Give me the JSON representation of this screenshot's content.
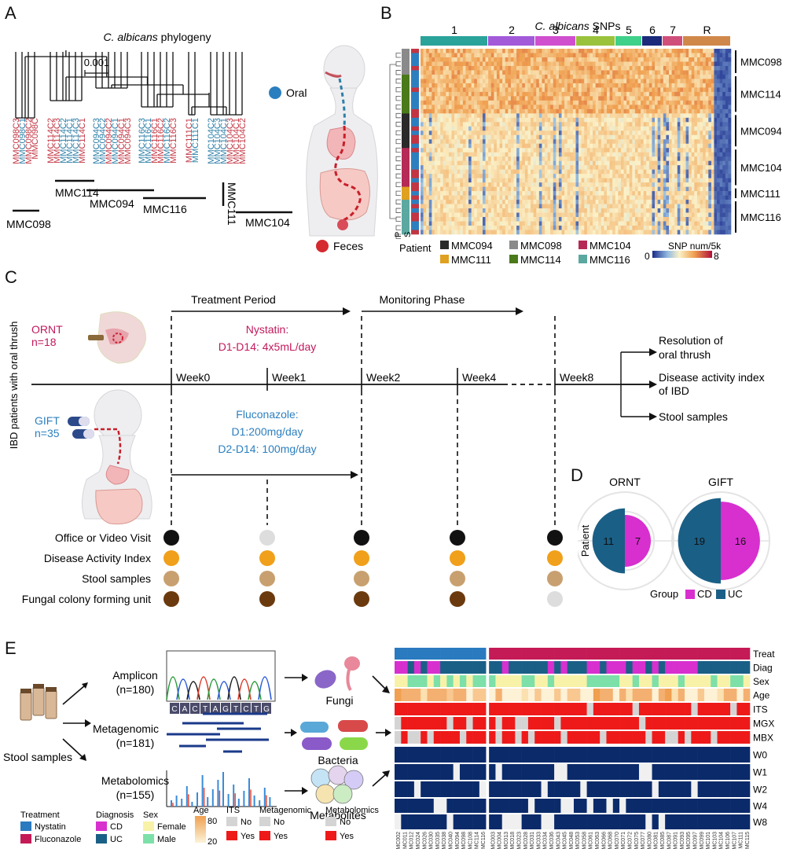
{
  "panel_labels": {
    "a": "A",
    "b": "B",
    "c": "C",
    "d": "D",
    "e": "E"
  },
  "phylo": {
    "title_italic": "C. albicans",
    "title_rest": " phylogeny",
    "scale": "0.001",
    "leaves": [
      {
        "t": "MMC098C3",
        "c": "#c23542"
      },
      {
        "t": "MMC098C1",
        "c": "#2c7fa8"
      },
      {
        "t": "MMC098C2",
        "c": "#c23542"
      },
      {
        "t": "MMC098C",
        "c": "#c23542"
      },
      {
        "t": "MMC114C2",
        "c": "#c23542"
      },
      {
        "t": "MMC114C3",
        "c": "#c23542"
      },
      {
        "t": "MMC114C2",
        "c": "#2c7fa8"
      },
      {
        "t": "MMC114C1",
        "c": "#2c7fa8"
      },
      {
        "t": "MMC114C3",
        "c": "#2c7fa8"
      },
      {
        "t": "MMC114C1",
        "c": "#c23542"
      },
      {
        "t": "MMC094C3",
        "c": "#2c7fa8"
      },
      {
        "t": "MMC094C2",
        "c": "#2c7fa8"
      },
      {
        "t": "MMC094C2",
        "c": "#c23542"
      },
      {
        "t": "MMC094C1",
        "c": "#2c7fa8"
      },
      {
        "t": "MMC094C1",
        "c": "#c23542"
      },
      {
        "t": "MMC094C3",
        "c": "#c23542"
      },
      {
        "t": "MMC116C3",
        "c": "#2c7fa8"
      },
      {
        "t": "MMC116C1",
        "c": "#2c7fa8"
      },
      {
        "t": "MMC116C1",
        "c": "#c23542"
      },
      {
        "t": "MMC116C2",
        "c": "#c23542"
      },
      {
        "t": "MMC116C2",
        "c": "#2c7fa8"
      },
      {
        "t": "MMC116C3",
        "c": "#c23542"
      },
      {
        "t": "MMC111C1",
        "c": "#c23542"
      },
      {
        "t": "MMC111C1",
        "c": "#2c7fa8"
      },
      {
        "t": "MMC104C2",
        "c": "#2c7fa8"
      },
      {
        "t": "MMC104C3",
        "c": "#2c7fa8"
      },
      {
        "t": "MMC104C1",
        "c": "#2c7fa8"
      },
      {
        "t": "MMC104C3",
        "c": "#c23542"
      },
      {
        "t": "MMC104C1",
        "c": "#c23542"
      },
      {
        "t": "MMC104C2",
        "c": "#c23542"
      }
    ],
    "groups": [
      "MMC098",
      "MMC114",
      "MMC094",
      "MMC116",
      "MMC111",
      "MMC104"
    ]
  },
  "body_a": {
    "oral": "Oral",
    "feces": "Feces"
  },
  "heatmap_b": {
    "title_italic": "C. albicans",
    "title_rest": " SNPs",
    "chromosomes": [
      {
        "n": "1",
        "c": "#2aa39a"
      },
      {
        "n": "2",
        "c": "#a25ad9"
      },
      {
        "n": "3",
        "c": "#d04fcf"
      },
      {
        "n": "4",
        "c": "#9ac23c"
      },
      {
        "n": "5",
        "c": "#3fd08a"
      },
      {
        "n": "6",
        "c": "#1b2a7a"
      },
      {
        "n": "7",
        "c": "#d04f7a"
      },
      {
        "n": "R",
        "c": "#d0884a"
      }
    ],
    "row_labels": [
      "MMC098",
      "MMC114",
      "MMC094",
      "MMC104",
      "MMC111",
      "MMC116"
    ],
    "side_labels": [
      "P",
      "S"
    ],
    "legend_title": "Patient",
    "patients": [
      {
        "n": "MMC094",
        "c": "#2a2a2a"
      },
      {
        "n": "MMC098",
        "c": "#8a8a8a"
      },
      {
        "n": "MMC104",
        "c": "#b52a56"
      },
      {
        "n": "MMC111",
        "c": "#e0a020"
      },
      {
        "n": "MMC114",
        "c": "#4a7a1a"
      },
      {
        "n": "MMC116",
        "c": "#5aa8a0"
      }
    ],
    "scale_title": "SNP num/5k",
    "scale_min": "0",
    "scale_max": "8"
  },
  "design_c": {
    "treatment_period": "Treatment Period",
    "monitoring_phase": "Monitoring Phase",
    "ornt_name": "ORNT",
    "ornt_n": "n=18",
    "gift_name": "GIFT",
    "gift_n": "n=35",
    "y_label": "IBD patients with oral thrush",
    "nystatin_1": "Nystatin:",
    "nystatin_2": "D1-D14: 4x5mL/day",
    "fluco_1": "Fluconazole:",
    "fluco_2": "D1:200mg/day",
    "fluco_3": "D2-D14: 100mg/day",
    "weeks": [
      "Week0",
      "Week1",
      "Week2",
      "Week4",
      "Week8"
    ],
    "outcome_1a": "Resolution of",
    "outcome_1b": "oral thrush",
    "outcome_2a": "Disease activity index",
    "outcome_2b": "of IBD",
    "outcome_3": "Stool samples",
    "rows": [
      {
        "label": "Office or Video Visit",
        "dots": [
          "#111111",
          "#dddddd",
          "#111111",
          "#111111",
          "#111111"
        ]
      },
      {
        "label": "Disease Activity Index",
        "dots": [
          "#f0a01a",
          "#f0a01a",
          "#f0a01a",
          "#f0a01a",
          "#f0a01a"
        ]
      },
      {
        "label": "Stool samples",
        "dots": [
          "#c8a070",
          "#c8a070",
          "#c8a070",
          "#c8a070",
          "#c8a070"
        ]
      },
      {
        "label": "Fungal colony forming unit",
        "dots": [
          "#6a3a0e",
          "#6a3a0e",
          "#6a3a0e",
          "#6a3a0e",
          "#dddddd"
        ]
      }
    ]
  },
  "pie_d": {
    "ylabel": "Patient",
    "charts": [
      {
        "title": "ORNT",
        "uc": 11,
        "cd": 7
      },
      {
        "title": "GIFT",
        "uc": 19,
        "cd": 16
      }
    ],
    "legend_title": "Group",
    "cd_label": "CD",
    "uc_label": "UC",
    "cd_color": "#d82fcf",
    "uc_color": "#1a5f86"
  },
  "workflow_e": {
    "stool": "Stool samples",
    "amplicon_1": "Amplicon",
    "amplicon_2": "(n=180)",
    "metagenomic_1": "Metagenomic",
    "metagenomic_2": "(n=181)",
    "metabolomics_1": "Metabolomics",
    "metabolomics_2": "(n=155)",
    "fungi": "Fungi",
    "bacteria": "Bacteria",
    "metabolites": "Metabolites",
    "dna": "CACTAGTCTG"
  },
  "legend_e": {
    "treatment": "Treatment",
    "nystatin": "Nystatin",
    "fluconazole": "Fluconazole",
    "diagnosis": "Diagnosis",
    "cd": "CD",
    "uc": "UC",
    "sex": "Sex",
    "female": "Female",
    "male": "Male",
    "age": "Age",
    "age_max": "80",
    "age_min": "20",
    "its": "ITS",
    "metagenomic": "Metagenomic",
    "metabolomics": "Metabolomics",
    "no": "No",
    "yes": "Yes"
  },
  "heatmap_e": {
    "row_labels": [
      "Treat",
      "Diag",
      "Sex",
      "Age",
      "ITS",
      "MGX",
      "MBX",
      "W0",
      "W1",
      "W2",
      "W4",
      "W8"
    ],
    "samples_left": [
      "MMC002",
      "MMC011",
      "MMC012",
      "MMC024",
      "MMC026",
      "MMC030",
      "MMC035",
      "MMC038",
      "MMC040",
      "MMC094",
      "MMC098",
      "MMC108",
      "MMC114",
      "MMC116"
    ],
    "samples_right": [
      "MMC003",
      "MMC004",
      "MMC013",
      "MMC018",
      "MMC023",
      "MMC028",
      "MMC031",
      "MMC033",
      "MMC034",
      "MMC036",
      "MMC043",
      "MMC045",
      "MMC048",
      "MMC053",
      "MMC058",
      "MMC061",
      "MMC063",
      "MMC066",
      "MMC068",
      "MMC070",
      "MMC071",
      "MMC072",
      "MMC075",
      "MMC077",
      "MMC080",
      "MMC081",
      "MMC085",
      "MMC087",
      "MMC091",
      "MMC093",
      "MMC095",
      "MMC097",
      "MMC099",
      "MMC101",
      "MMC103",
      "MMC104",
      "MMC106",
      "MMC107",
      "MMC111",
      "MMC115"
    ]
  }
}
